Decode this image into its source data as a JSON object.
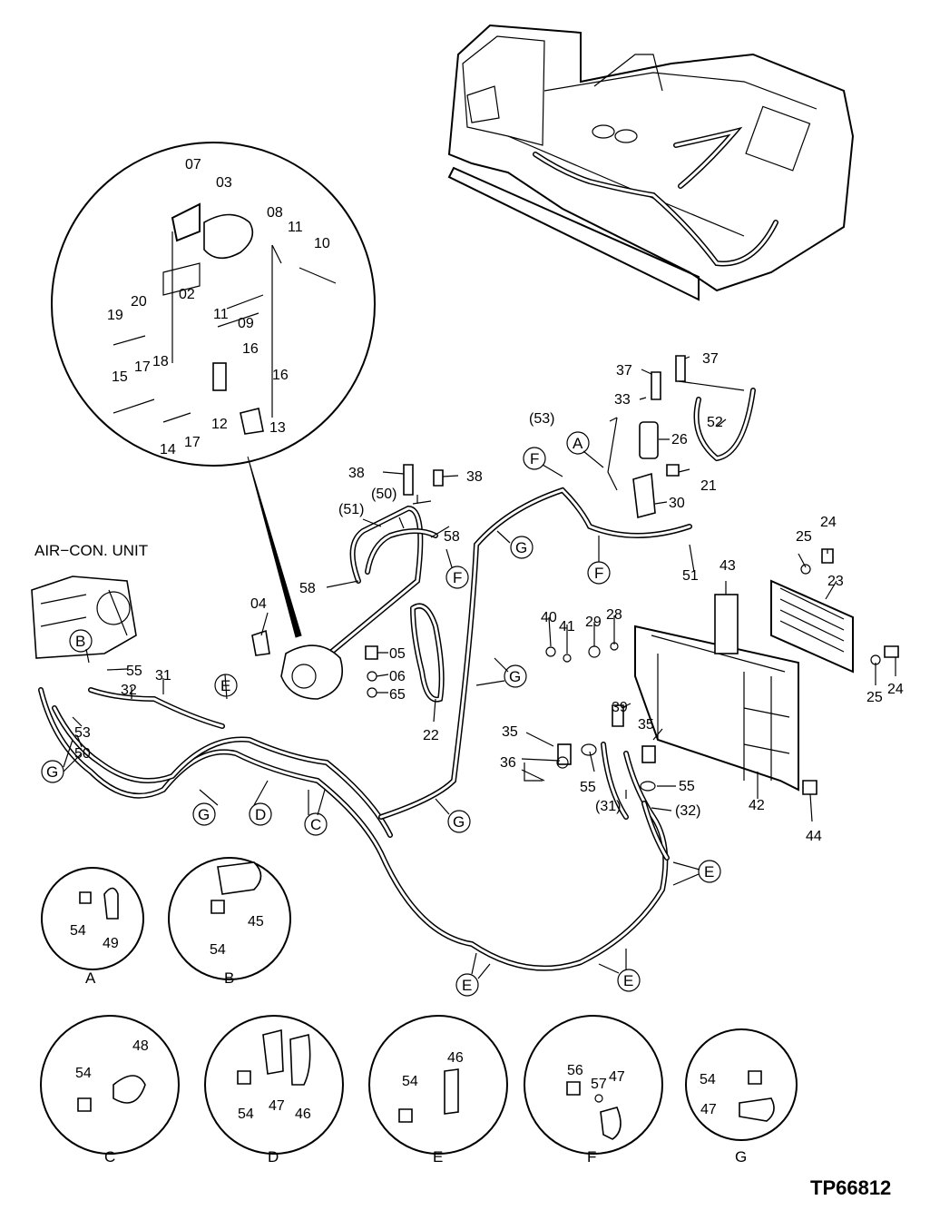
{
  "drawing_id": "TP66812",
  "unit_label": "AIR−CON. UNIT",
  "detail_callouts": [
    "07",
    "03",
    "08",
    "11",
    "10",
    "19",
    "20",
    "02",
    "11",
    "09",
    "16",
    "15",
    "17",
    "18",
    "16",
    "12",
    "14",
    "17",
    "13"
  ],
  "main_callouts": {
    "c37a": "37",
    "c37b": "37",
    "c33": "33",
    "c53p": "(53)",
    "c26": "26",
    "c52": "52",
    "c21": "21",
    "c30": "30",
    "c38a": "38",
    "c38b": "38",
    "c51p": "(51)",
    "c50p": "(50)",
    "c58a": "58",
    "c58b": "58",
    "c51": "51",
    "c25a": "25",
    "c24a": "24",
    "c23": "23",
    "c43": "43",
    "c40": "40",
    "c41": "41",
    "c29": "29",
    "c28": "28",
    "c25b": "25",
    "c24b": "24",
    "c04": "04",
    "c05": "05",
    "c06": "06",
    "c65": "65",
    "c22": "22",
    "c55a": "55",
    "c31": "31",
    "c32": "32",
    "c53": "53",
    "c50": "50",
    "c35a": "35",
    "c39": "39",
    "c35b": "35",
    "c36": "36",
    "c55b": "55",
    "c55c": "55",
    "c31p": "(31)",
    "c32p": "(32)",
    "c42": "42",
    "c44": "44"
  },
  "clamp_markers": {
    "A": "A",
    "B": "B",
    "C": "C",
    "D": "D",
    "E": "E",
    "F": "F",
    "G": "G"
  },
  "inset_details": [
    {
      "letter": "A",
      "parts": [
        "54",
        "49"
      ]
    },
    {
      "letter": "B",
      "parts": [
        "54",
        "45"
      ]
    },
    {
      "letter": "C",
      "parts": [
        "54",
        "48"
      ]
    },
    {
      "letter": "D",
      "parts": [
        "54",
        "47",
        "46"
      ]
    },
    {
      "letter": "E",
      "parts": [
        "54",
        "46"
      ]
    },
    {
      "letter": "F",
      "parts": [
        "56",
        "57",
        "47"
      ]
    },
    {
      "letter": "G",
      "parts": [
        "54",
        "47"
      ]
    }
  ]
}
